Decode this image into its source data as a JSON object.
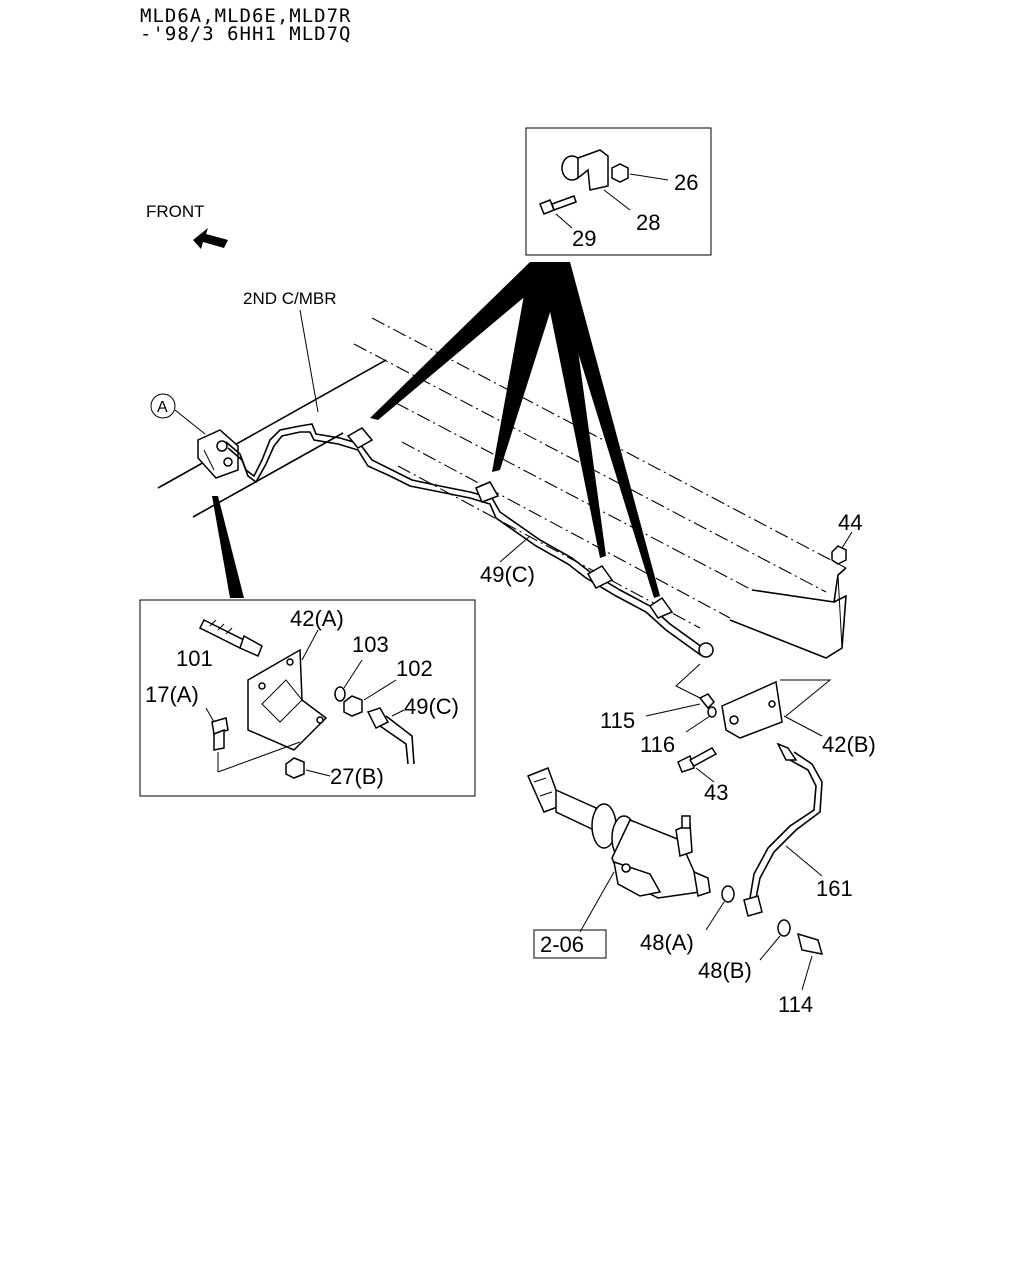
{
  "header": {
    "line1": "MLD6A,MLD6E,MLD7R",
    "line2": "-'98/3 6HH1 MLD7Q"
  },
  "labels": {
    "front": "FRONT",
    "member": "2ND C/MBR",
    "view_a": "A",
    "ref_page": "2-06"
  },
  "parts": {
    "p26": "26",
    "p28": "28",
    "p29": "29",
    "p44": "44",
    "p49c_main": "49(C)",
    "p42a": "42(A)",
    "p101": "101",
    "p103": "103",
    "p102": "102",
    "p17a": "17(A)",
    "p49c_inset": "49(C)",
    "p27b": "27(B)",
    "p115": "115",
    "p116": "116",
    "p42b": "42(B)",
    "p43": "43",
    "p161": "161",
    "p48a": "48(A)",
    "p48b": "48(B)",
    "p114": "114"
  }
}
